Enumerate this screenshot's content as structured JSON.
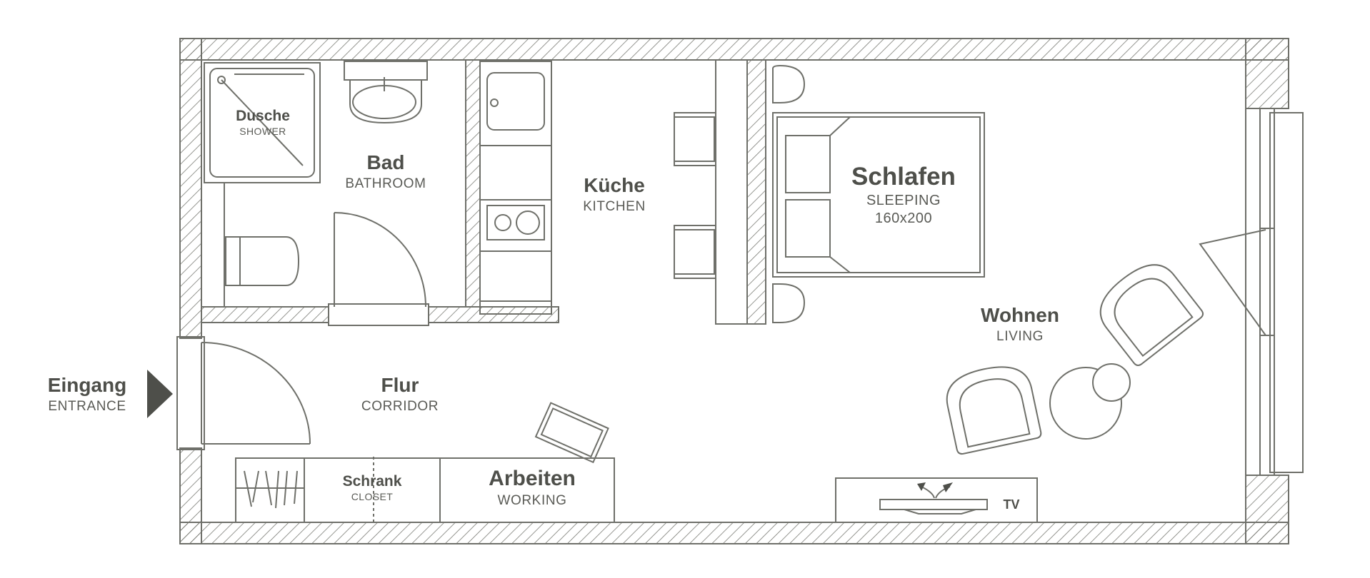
{
  "rooms": {
    "shower": {
      "name": "Dusche",
      "sub": "SHOWER"
    },
    "bathroom": {
      "name": "Bad",
      "sub": "BATHROOM"
    },
    "kitchen": {
      "name": "Küche",
      "sub": "KITCHEN"
    },
    "sleeping": {
      "name": "Schlafen",
      "sub": "SLEEPING",
      "size": "160x200"
    },
    "living": {
      "name": "Wohnen",
      "sub": "LIVING"
    },
    "entrance": {
      "name": "Eingang",
      "sub": "ENTRANCE"
    },
    "corridor": {
      "name": "Flur",
      "sub": "CORRIDOR"
    },
    "closet": {
      "name": "Schrank",
      "sub": "CLOSET"
    },
    "working": {
      "name": "Arbeiten",
      "sub": "WORKING"
    }
  },
  "tv_label": "TV",
  "colors": {
    "line": "#6f706a",
    "arrow": "#4e4f4a"
  }
}
